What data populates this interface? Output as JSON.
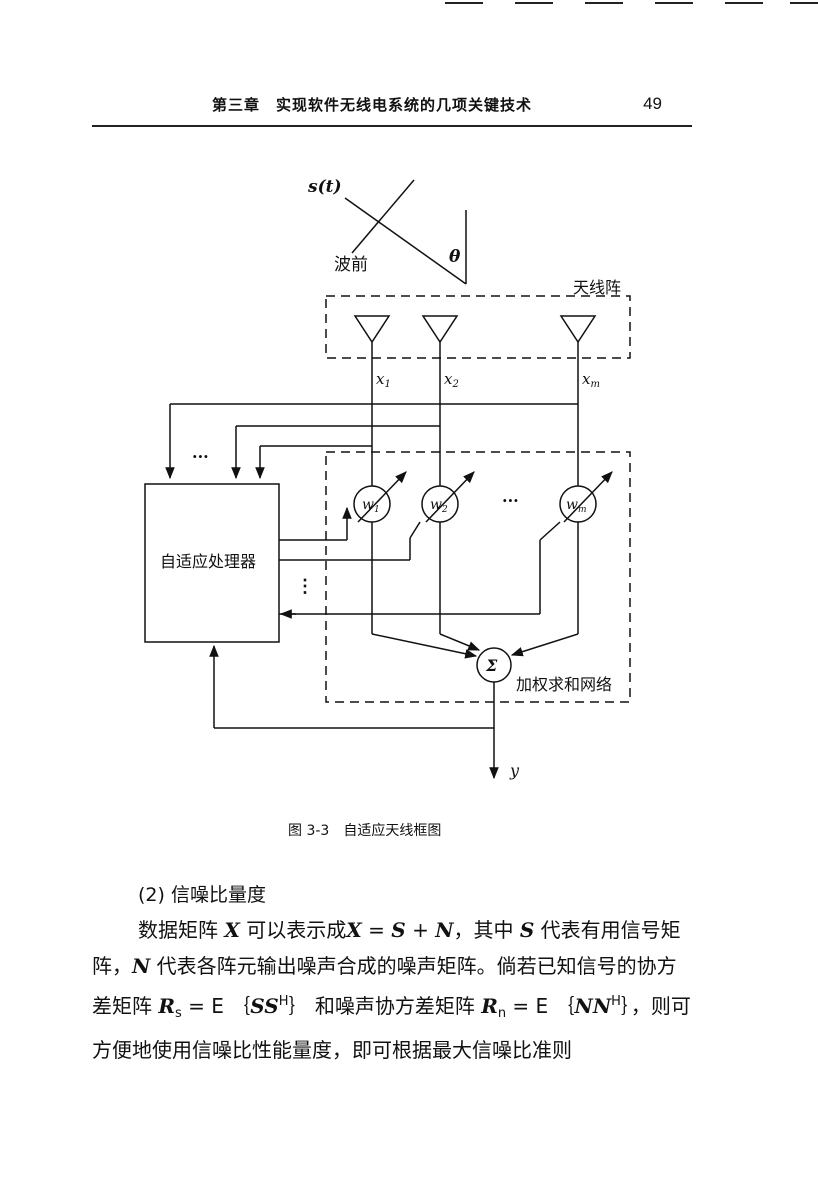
{
  "header": {
    "title": "第三章　实现软件无线电系统的几项关键技术",
    "page_number": "49"
  },
  "figure": {
    "signal_label": "s(t)",
    "wavefront_label": "波前",
    "angle_label": "θ",
    "array_label": "天线阵",
    "x1_label": "x",
    "x1_sub": "1",
    "x2_label": "x",
    "x2_sub": "2",
    "xm_label": "x",
    "xm_sub": "m",
    "ellipsis_top": "···",
    "ellipsis_weights": "···",
    "ellipsis_vertical": "⋮",
    "w1_label": "w",
    "w1_sub": "1",
    "w2_label": "w",
    "w2_sub": "2",
    "wm_label": "w",
    "wm_sub": "m",
    "processor_label": "自适应处理器",
    "sum_label": "Σ",
    "network_label": "加权求和网络",
    "output_label": "y",
    "caption": "图 3-3　自适应天线框图"
  },
  "body": {
    "section_heading": "(2) 信噪比量度",
    "p1": "数据矩阵",
    "X": "X",
    "p2": "可以表示成",
    "eq1_X": "X",
    "eq1_eq": " = ",
    "eq1_S": "S",
    "eq1_plus": " + ",
    "eq1_N": "N",
    "p3": "，其中",
    "S": "S",
    "p4": "代表有用信号矩阵，",
    "N": "N",
    "p5": "代表各阵元输出噪声合成的噪声矩阵。倘若已知信号的协方差矩阵",
    "Rs": "R",
    "Rs_sub": "s",
    "Rs_eq": " = E ｛",
    "SS": "SS",
    "SS_sup": "H",
    "Rs_close": "｝",
    "p6": "和噪声协方差矩阵",
    "Rn": "R",
    "Rn_sub": "n",
    "Rn_eq": " = E ｛",
    "NN": "NN",
    "NN_sup": "H",
    "Rn_close": "｝",
    "p7": "，则可方便地使用信噪比性能量度，即可根据最大信噪比准则"
  }
}
